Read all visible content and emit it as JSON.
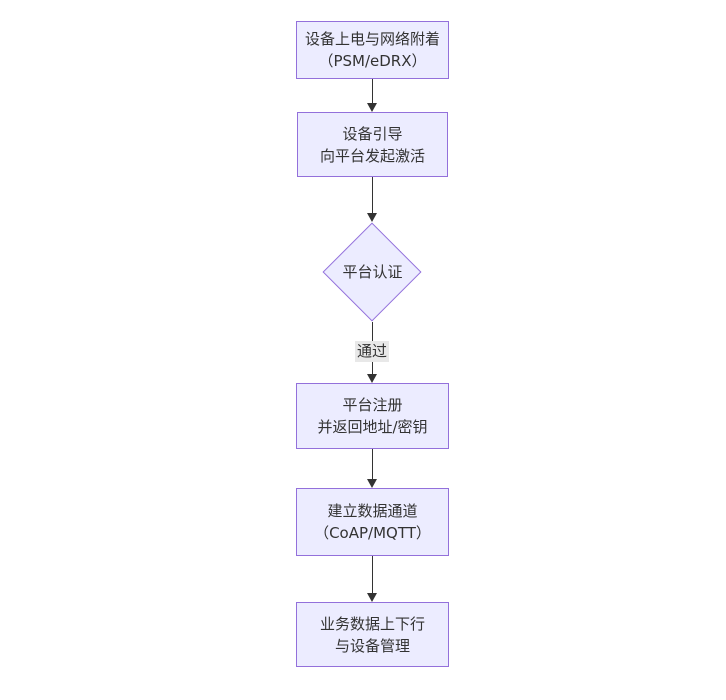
{
  "diagram": {
    "type": "flowchart-vertical",
    "colors": {
      "background": "#ffffff",
      "node_fill": "#ECECFF",
      "node_border": "#9370DB",
      "edge_color": "#333333",
      "text_color": "#333333",
      "label_bg": "#e8e8e8"
    },
    "nodes": [
      {
        "id": "power-attach",
        "type": "rect",
        "label": "设备上电与网络附着\n（PSM/eDRX）"
      },
      {
        "id": "bootstrap",
        "type": "rect",
        "label": "设备引导\n向平台发起激活"
      },
      {
        "id": "platform-auth",
        "type": "diamond",
        "label": "平台认证"
      },
      {
        "id": "register",
        "type": "rect",
        "label": "平台注册\n并返回地址/密钥"
      },
      {
        "id": "data-channel",
        "type": "rect",
        "label": "建立数据通道\n（CoAP/MQTT）"
      },
      {
        "id": "business",
        "type": "rect",
        "label": "业务数据上下行\n与设备管理"
      }
    ],
    "edges": [
      {
        "from": "power-attach",
        "to": "bootstrap",
        "label": ""
      },
      {
        "from": "bootstrap",
        "to": "platform-auth",
        "label": ""
      },
      {
        "from": "platform-auth",
        "to": "register",
        "label": "通过"
      },
      {
        "from": "register",
        "to": "data-channel",
        "label": ""
      },
      {
        "from": "data-channel",
        "to": "business",
        "label": ""
      }
    ]
  }
}
